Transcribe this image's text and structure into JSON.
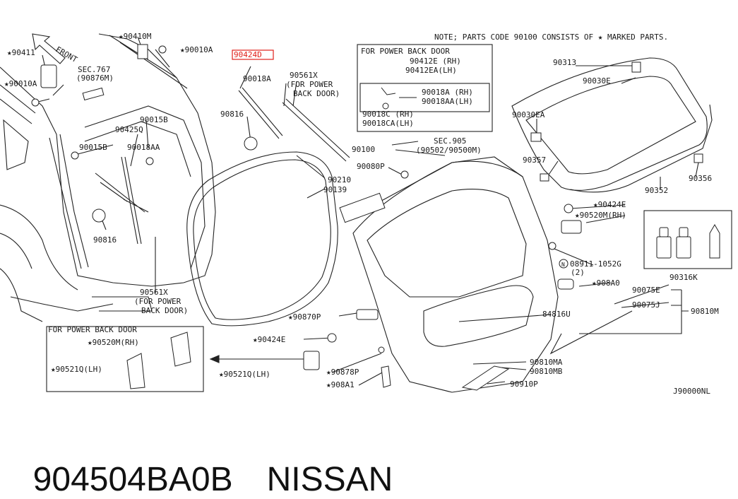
{
  "note": "NOTE; PARTS CODE 90100 CONSISTS OF ★ MARKED PARTS.",
  "diagram_id": "J90000NL",
  "front_label": "FRONT",
  "highlight_color": "#e0201a",
  "caption": {
    "part_number": "904504BA0B",
    "brand": "NISSAN"
  },
  "boxes": {
    "power_back_door_top": {
      "title": "FOR POWER BACK DOOR",
      "lines": [
        "90412E  (RH)",
        "90412EA(LH)",
        "90018A  (RH)",
        "90018AA(LH)",
        "90018C  (RH)",
        "90018CA(LH)"
      ]
    },
    "power_back_door_bottom": {
      "title": "FOR POWER BACK DOOR",
      "lines": [
        "★90520M(RH)",
        "★90521Q(LH)"
      ]
    }
  },
  "labels": {
    "l90411": "★90411",
    "l90410m": "★90410M",
    "l90010a_top": "★90010A",
    "l90424d": "90424D",
    "l90010a_left": "★90010A",
    "lsec767": "SEC.767",
    "l90876m": "(90876M)",
    "l90018a": "90018A",
    "l90561x_top": "90561X",
    "lfor_power_top": "(FOR POWER",
    "lback_door_top": "BACK DOOR)",
    "l90015b_top": "90015B",
    "l90425q": "90425Q",
    "l90018aa": "90018AA",
    "l90015b_left": "90015B",
    "l90816_top": "90816",
    "l90816_left": "90816",
    "l90561x_bot": "90561X",
    "lfor_power_bot": "(FOR POWER",
    "lback_door_bot": "BACK DOOR)",
    "l90313": "90313",
    "l90030e": "90030E",
    "l90030ea": "90030EA",
    "l90357": "90357",
    "l90352": "90352",
    "l90356": "90356",
    "l90100": "90100",
    "lsec905": "SEC.905",
    "l90502": "(90502/90500M)",
    "l90080p": "90080P",
    "l90210": "90210",
    "l90139": "90139",
    "l90424e_right": "★90424E",
    "l90520m_right": "★90520M(RH)",
    "l08911": "08911-1052G",
    "l08911_qty": "(2)",
    "l908a0": "★908A0",
    "l90316k": "90316K",
    "l90075e": "90075E",
    "l90075j": "90075J",
    "l90810m": "90810M",
    "l84816u": "84816U",
    "l90870p": "★90870P",
    "l90424e_left": "★90424E",
    "l90878p": "★90878P",
    "l908a1": "★908A1",
    "l90521q_out": "★90521Q(LH)",
    "l90810ma": "90810MA",
    "l90810mb": "90810MB",
    "l90910p": "90910P"
  }
}
